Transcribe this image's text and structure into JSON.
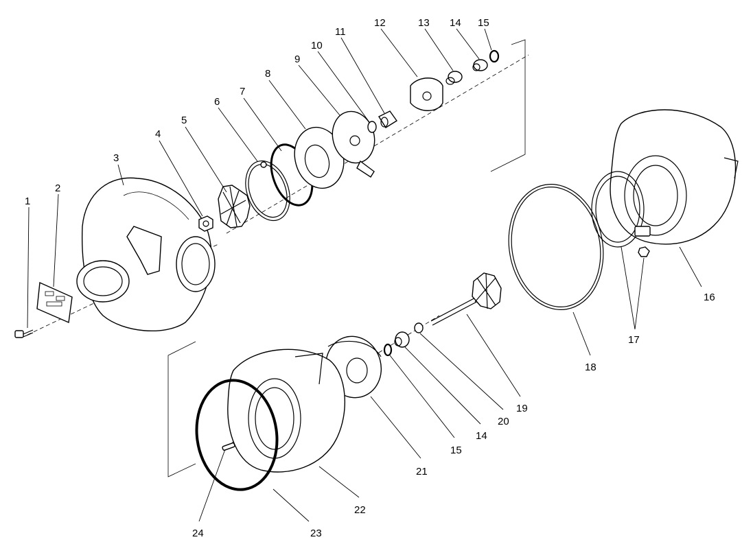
{
  "callouts": [
    {
      "id": "1",
      "text": "1"
    },
    {
      "id": "2",
      "text": "2"
    },
    {
      "id": "3",
      "text": "3"
    },
    {
      "id": "4",
      "text": "4"
    },
    {
      "id": "5",
      "text": "5"
    },
    {
      "id": "6",
      "text": "6"
    },
    {
      "id": "7",
      "text": "7"
    },
    {
      "id": "8",
      "text": "8"
    },
    {
      "id": "9",
      "text": "9"
    },
    {
      "id": "10",
      "text": "10"
    },
    {
      "id": "11",
      "text": "11"
    },
    {
      "id": "12",
      "text": "12"
    },
    {
      "id": "13",
      "text": "13"
    },
    {
      "id": "14a",
      "text": "14"
    },
    {
      "id": "15a",
      "text": "15"
    },
    {
      "id": "16",
      "text": "16"
    },
    {
      "id": "17",
      "text": "17"
    },
    {
      "id": "18",
      "text": "18"
    },
    {
      "id": "19",
      "text": "19"
    },
    {
      "id": "20",
      "text": "20"
    },
    {
      "id": "14b",
      "text": "14"
    },
    {
      "id": "15b",
      "text": "15"
    },
    {
      "id": "21",
      "text": "21"
    },
    {
      "id": "22",
      "text": "22"
    },
    {
      "id": "23",
      "text": "23"
    },
    {
      "id": "24",
      "text": "24"
    }
  ]
}
